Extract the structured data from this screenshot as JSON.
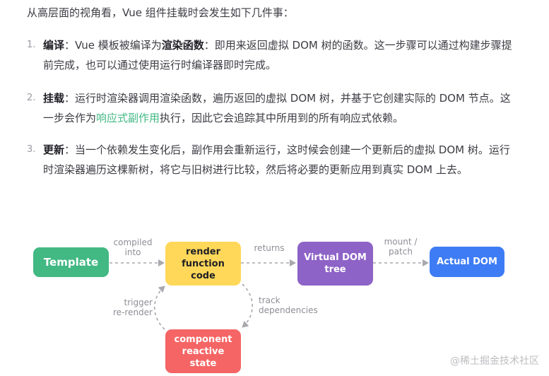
{
  "intro": "从高层面的视角看，Vue 组件挂载时会发生如下几件事：",
  "steps": [
    {
      "num": "1.",
      "title": "编译",
      "colon": "：Vue 模板被编译为",
      "bold2": "渲染函数",
      "rest": "：即用来返回虚拟 DOM 树的函数。这一步骤可以通过构建步骤提前完成，也可以通过使用运行时编译器即时完成。"
    },
    {
      "num": "2.",
      "title": "挂载",
      "text_before_link": "：运行时渲染器调用渲染函数，遍历返回的虚拟 DOM 树，并基于它创建实际的 DOM 节点。这一步会作为",
      "link": "响应式副作用",
      "text_after_link": "执行，因此它会追踪其中所用到的所有响应式依赖。"
    },
    {
      "num": "3.",
      "title": "更新",
      "rest": "：当一个依赖发生变化后，副作用会重新运行，这时候会创建一个更新后的虚拟 DOM 树。运行时渲染器遍历这棵新树，将它与旧树进行比较，然后将必要的更新应用到真实 DOM 上去。"
    }
  ],
  "diagram": {
    "nodes": {
      "template": "Template",
      "render_line1": "render",
      "render_line2": "function",
      "render_line3": "code",
      "vdom_line1": "Virtual DOM",
      "vdom_line2": "tree",
      "actual": "Actual DOM",
      "comp_line1": "component",
      "comp_line2": "reactive",
      "comp_line3": "state"
    },
    "edges": {
      "compiled_line1": "compiled",
      "compiled_line2": "into",
      "returns": "returns",
      "mount_line1": "mount /",
      "mount_line2": "patch",
      "track_line1": "track",
      "track_line2": "dependencies",
      "trigger_line1": "trigger",
      "trigger_line2": "re-render"
    },
    "colors": {
      "template": "#42b883",
      "render": "#ffd859",
      "vdom": "#8e63c7",
      "actual": "#3e7cf5",
      "component": "#f56565",
      "arrow": "#a8a8ae"
    }
  },
  "watermark": "@稀土掘金技术社区"
}
